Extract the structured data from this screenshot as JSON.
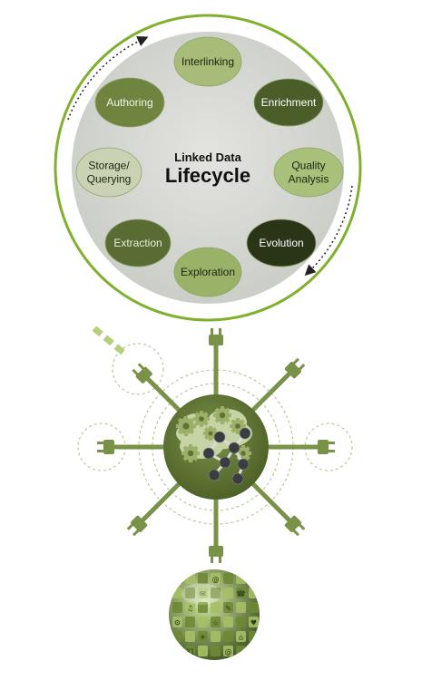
{
  "lifecycle": {
    "title_line1": "Linked Data",
    "title_line2": "Lifecycle",
    "colors": {
      "outer_ring": "#7fb02e",
      "inner_disc": "#d6d8d3",
      "arrow": "#222222"
    },
    "stages": [
      {
        "id": "interlinking",
        "lines": [
          "Interlinking"
        ],
        "fill": "#a6bc78",
        "text_color": "#1d2510"
      },
      {
        "id": "enrichment",
        "lines": [
          "Enrichment"
        ],
        "fill": "#4b5e2a",
        "text_color": "#ffffff"
      },
      {
        "id": "quality-analysis",
        "lines": [
          "Quality",
          "Analysis"
        ],
        "fill": "#a8c079",
        "text_color": "#1d2510"
      },
      {
        "id": "evolution",
        "lines": [
          "Evolution"
        ],
        "fill": "#2a3517",
        "text_color": "#ffffff"
      },
      {
        "id": "exploration",
        "lines": [
          "Exploration"
        ],
        "fill": "#9ab267",
        "text_color": "#1d2510"
      },
      {
        "id": "extraction",
        "lines": [
          "Extraction"
        ],
        "fill": "#596c33",
        "text_color": "#e8f0d8"
      },
      {
        "id": "storage-querying",
        "lines": [
          "Storage/",
          "Querying"
        ],
        "fill": "#c9d3b4",
        "text_color": "#1d2510"
      },
      {
        "id": "authoring",
        "lines": [
          "Authoring"
        ],
        "fill": "#6f853f",
        "text_color": "#f0f5e6"
      }
    ]
  },
  "hub": {
    "colors": {
      "spoke": "#7a9148",
      "hub_fill": "#5f7434",
      "dashed": "#b8c79a",
      "gear": "#9db06a",
      "cloud": "#c6d3a4",
      "molecule": "#3a3d40",
      "plug_stripe": "#b5d07a"
    }
  },
  "globe": {
    "colors": {
      "tile": "#a6c064",
      "tile_dark": "#6d8a33",
      "glyph": "#2f3a1a"
    },
    "tile_glyphs": [
      "31",
      "@",
      "M",
      "✉",
      "☎",
      "♫",
      "✎",
      "⚙",
      "☆",
      "♥",
      "☀",
      "⌂"
    ]
  }
}
